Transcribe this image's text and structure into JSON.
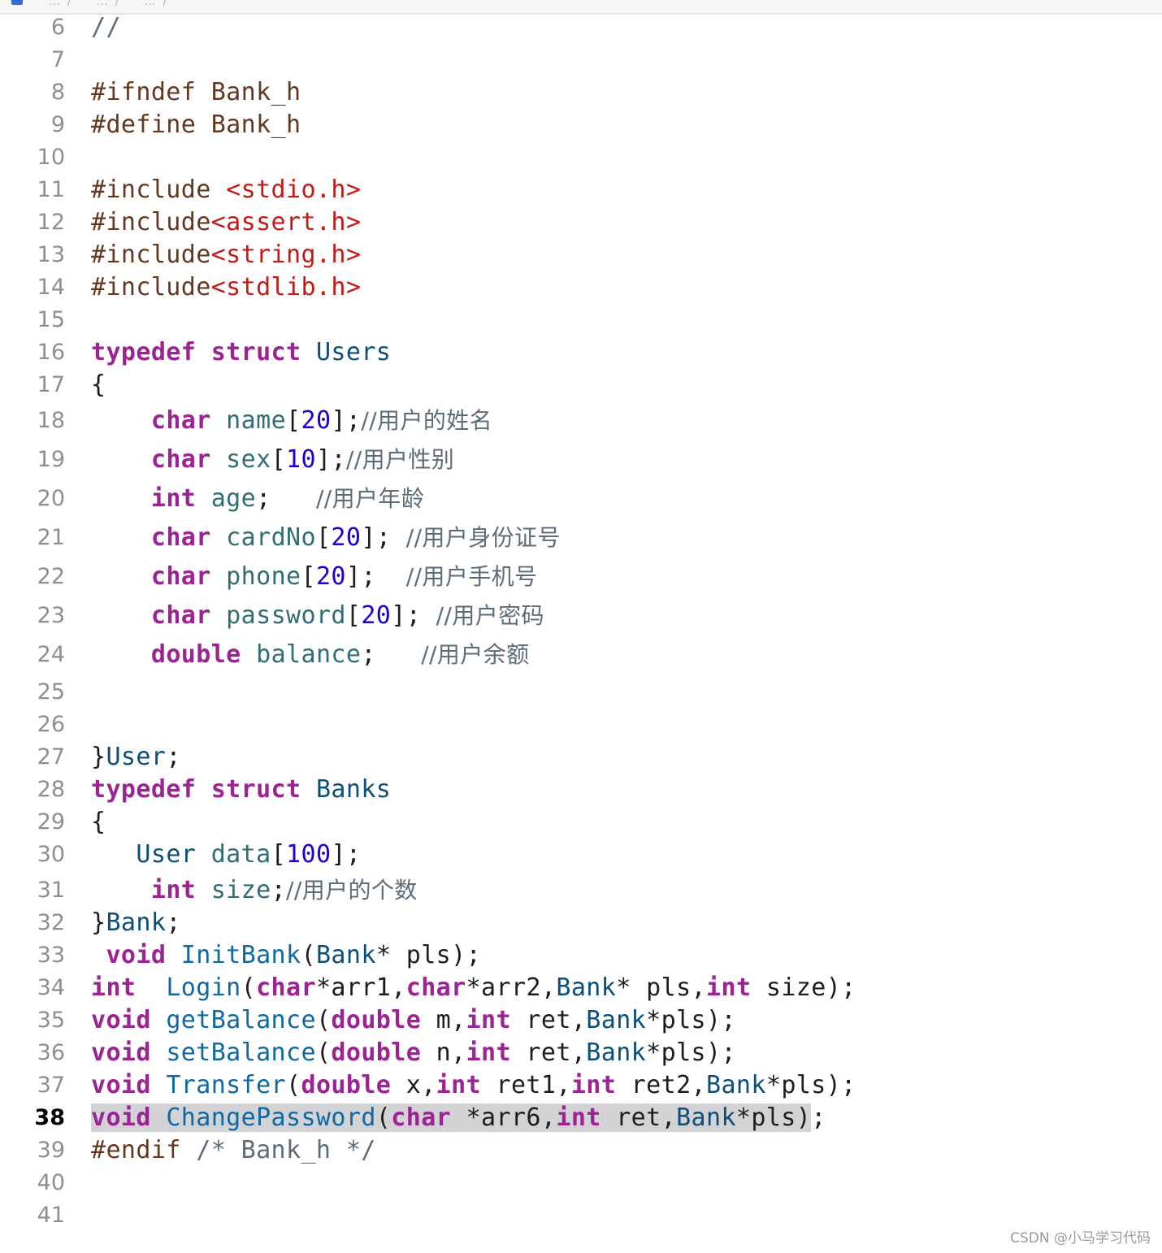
{
  "header": {
    "path_fragment": "…  /       …  /       …  /"
  },
  "editor": {
    "active_line": "38",
    "lines": [
      {
        "n": "6",
        "tokens": [
          [
            "//",
            "comm"
          ]
        ]
      },
      {
        "n": "7",
        "tokens": []
      },
      {
        "n": "8",
        "tokens": [
          [
            "#ifndef Bank_h",
            "pp"
          ]
        ]
      },
      {
        "n": "9",
        "tokens": [
          [
            "#define Bank_h",
            "pp"
          ]
        ]
      },
      {
        "n": "10",
        "tokens": []
      },
      {
        "n": "11",
        "tokens": [
          [
            "#include ",
            "pp"
          ],
          [
            "<stdio.h>",
            "str"
          ]
        ]
      },
      {
        "n": "12",
        "tokens": [
          [
            "#include",
            "pp"
          ],
          [
            "<assert.h>",
            "str"
          ]
        ]
      },
      {
        "n": "13",
        "tokens": [
          [
            "#include",
            "pp"
          ],
          [
            "<string.h>",
            "str"
          ]
        ]
      },
      {
        "n": "14",
        "tokens": [
          [
            "#include",
            "pp"
          ],
          [
            "<stdlib.h>",
            "str"
          ]
        ]
      },
      {
        "n": "15",
        "tokens": []
      },
      {
        "n": "16",
        "tokens": [
          [
            "typedef",
            "kw"
          ],
          [
            " ",
            "plain"
          ],
          [
            "struct",
            "kw"
          ],
          [
            " Users",
            "type"
          ]
        ]
      },
      {
        "n": "17",
        "tokens": [
          [
            "{",
            "plain"
          ]
        ]
      },
      {
        "n": "18",
        "tokens": [
          [
            "    ",
            "plain"
          ],
          [
            "char",
            "kw"
          ],
          [
            " name",
            "id"
          ],
          [
            "[",
            "plain"
          ],
          [
            "20",
            "num"
          ],
          [
            "];",
            "plain"
          ],
          [
            "//用户的姓名",
            "com"
          ]
        ]
      },
      {
        "n": "19",
        "tokens": [
          [
            "    ",
            "plain"
          ],
          [
            "char",
            "kw"
          ],
          [
            " sex",
            "id"
          ],
          [
            "[",
            "plain"
          ],
          [
            "10",
            "num"
          ],
          [
            "];",
            "plain"
          ],
          [
            "//用户性别",
            "com"
          ]
        ]
      },
      {
        "n": "20",
        "tokens": [
          [
            "    ",
            "plain"
          ],
          [
            "int",
            "kw"
          ],
          [
            " age",
            "id"
          ],
          [
            ";   ",
            "plain"
          ],
          [
            "//用户年龄",
            "com"
          ]
        ]
      },
      {
        "n": "21",
        "tokens": [
          [
            "    ",
            "plain"
          ],
          [
            "char",
            "kw"
          ],
          [
            " cardNo",
            "id"
          ],
          [
            "[",
            "plain"
          ],
          [
            "20",
            "num"
          ],
          [
            "]; ",
            "plain"
          ],
          [
            "//用户身份证号",
            "com"
          ]
        ]
      },
      {
        "n": "22",
        "tokens": [
          [
            "    ",
            "plain"
          ],
          [
            "char",
            "kw"
          ],
          [
            " phone",
            "id"
          ],
          [
            "[",
            "plain"
          ],
          [
            "20",
            "num"
          ],
          [
            "];  ",
            "plain"
          ],
          [
            "//用户手机号",
            "com"
          ]
        ]
      },
      {
        "n": "23",
        "tokens": [
          [
            "    ",
            "plain"
          ],
          [
            "char",
            "kw"
          ],
          [
            " password",
            "id"
          ],
          [
            "[",
            "plain"
          ],
          [
            "20",
            "num"
          ],
          [
            "]; ",
            "plain"
          ],
          [
            "//用户密码",
            "com"
          ]
        ]
      },
      {
        "n": "24",
        "tokens": [
          [
            "    ",
            "plain"
          ],
          [
            "double",
            "kw"
          ],
          [
            " balance",
            "id"
          ],
          [
            ";   ",
            "plain"
          ],
          [
            "//用户余额",
            "com"
          ]
        ]
      },
      {
        "n": "25",
        "tokens": []
      },
      {
        "n": "26",
        "tokens": []
      },
      {
        "n": "27",
        "tokens": [
          [
            "}",
            "plain"
          ],
          [
            "User",
            "type"
          ],
          [
            ";",
            "plain"
          ]
        ]
      },
      {
        "n": "28",
        "tokens": [
          [
            "typedef",
            "kw"
          ],
          [
            " ",
            "plain"
          ],
          [
            "struct",
            "kw"
          ],
          [
            " Banks",
            "type"
          ]
        ]
      },
      {
        "n": "29",
        "tokens": [
          [
            "{",
            "plain"
          ]
        ]
      },
      {
        "n": "30",
        "tokens": [
          [
            "   ",
            "plain"
          ],
          [
            "User",
            "type"
          ],
          [
            " data",
            "id"
          ],
          [
            "[",
            "plain"
          ],
          [
            "100",
            "num"
          ],
          [
            "];",
            "plain"
          ]
        ]
      },
      {
        "n": "31",
        "tokens": [
          [
            "    ",
            "plain"
          ],
          [
            "int",
            "kw"
          ],
          [
            " size",
            "id"
          ],
          [
            ";",
            "plain"
          ],
          [
            "//用户的个数",
            "com"
          ]
        ]
      },
      {
        "n": "32",
        "tokens": [
          [
            "}",
            "plain"
          ],
          [
            "Bank",
            "type"
          ],
          [
            ";",
            "plain"
          ]
        ]
      },
      {
        "n": "33",
        "tokens": [
          [
            " ",
            "plain"
          ],
          [
            "void",
            "kw"
          ],
          [
            " InitBank",
            "fn"
          ],
          [
            "(",
            "plain"
          ],
          [
            "Bank",
            "type"
          ],
          [
            "* pls);",
            "plain"
          ]
        ]
      },
      {
        "n": "34",
        "tokens": [
          [
            "int",
            "kw"
          ],
          [
            "  Login",
            "fn"
          ],
          [
            "(",
            "plain"
          ],
          [
            "char",
            "kw"
          ],
          [
            "*arr1,",
            "plain"
          ],
          [
            "char",
            "kw"
          ],
          [
            "*arr2,",
            "plain"
          ],
          [
            "Bank",
            "type"
          ],
          [
            "* pls,",
            "plain"
          ],
          [
            "int",
            "kw"
          ],
          [
            " size);",
            "plain"
          ]
        ]
      },
      {
        "n": "35",
        "tokens": [
          [
            "void",
            "kw"
          ],
          [
            " getBalance",
            "fn"
          ],
          [
            "(",
            "plain"
          ],
          [
            "double",
            "kw"
          ],
          [
            " m,",
            "plain"
          ],
          [
            "int",
            "kw"
          ],
          [
            " ret,",
            "plain"
          ],
          [
            "Bank",
            "type"
          ],
          [
            "*pls);",
            "plain"
          ]
        ]
      },
      {
        "n": "36",
        "tokens": [
          [
            "void",
            "kw"
          ],
          [
            " setBalance",
            "fn"
          ],
          [
            "(",
            "plain"
          ],
          [
            "double",
            "kw"
          ],
          [
            " n,",
            "plain"
          ],
          [
            "int",
            "kw"
          ],
          [
            " ret,",
            "plain"
          ],
          [
            "Bank",
            "type"
          ],
          [
            "*pls);",
            "plain"
          ]
        ]
      },
      {
        "n": "37",
        "tokens": [
          [
            "void",
            "kw"
          ],
          [
            " Transfer",
            "fn"
          ],
          [
            "(",
            "plain"
          ],
          [
            "double",
            "kw"
          ],
          [
            " x,",
            "plain"
          ],
          [
            "int",
            "kw"
          ],
          [
            " ret1,",
            "plain"
          ],
          [
            "int",
            "kw"
          ],
          [
            " ret2,",
            "plain"
          ],
          [
            "Bank",
            "type"
          ],
          [
            "*pls);",
            "plain"
          ]
        ]
      },
      {
        "n": "38",
        "hl": true,
        "tokens": [
          [
            "void",
            "kw"
          ],
          [
            " ChangePassword",
            "fn"
          ],
          [
            "(",
            "plain"
          ],
          [
            "char",
            "kw"
          ],
          [
            " *arr6,",
            "plain"
          ],
          [
            "int",
            "kw"
          ],
          [
            " ret,",
            "plain"
          ],
          [
            "Bank",
            "type"
          ],
          [
            "*pls)",
            "plain"
          ]
        ],
        "tail": ";"
      },
      {
        "n": "39",
        "tokens": [
          [
            "#endif ",
            "pp"
          ],
          [
            "/* Bank_h */",
            "comm"
          ]
        ]
      },
      {
        "n": "40",
        "tokens": []
      },
      {
        "n": "41",
        "tokens": []
      }
    ]
  },
  "watermark": "CSDN @小马学习代码"
}
